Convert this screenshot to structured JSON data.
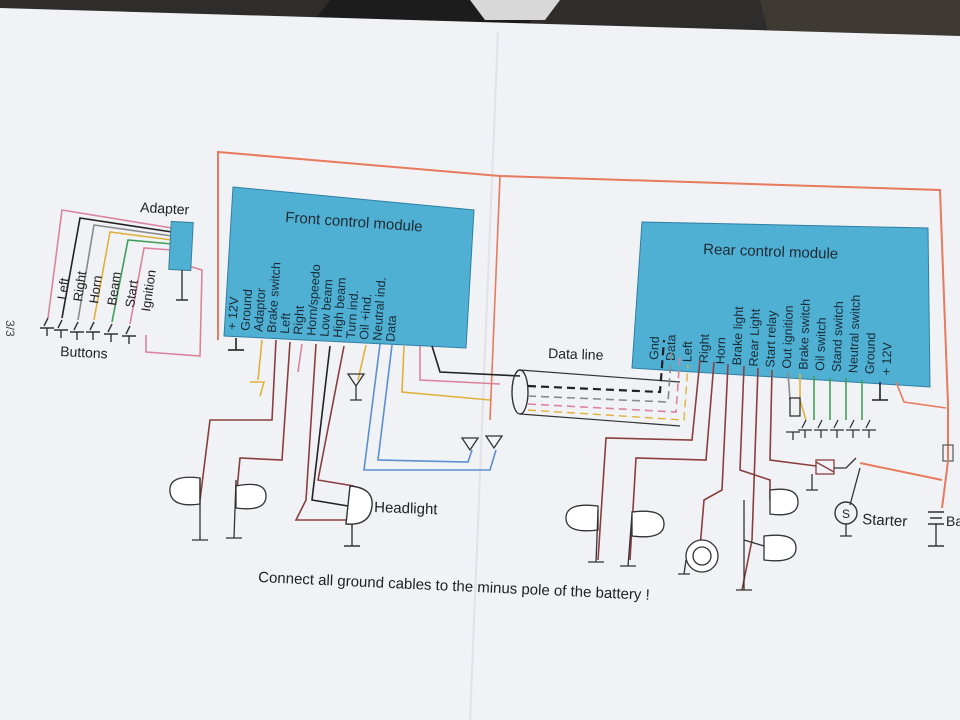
{
  "page_number": "3/3",
  "adapter": {
    "label": "Adapter"
  },
  "buttons": {
    "group_label": "Buttons",
    "items": [
      "Left",
      "Right",
      "Horn",
      "Beam",
      "Start",
      "Ignition"
    ]
  },
  "front_module": {
    "title": "Front control module",
    "color": "#4fb0d4",
    "pins": [
      "+ 12V",
      "Ground",
      "Adaptor",
      "Brake switch",
      "Left",
      "Right",
      "Horn/speedo",
      "Low beam",
      "High beam",
      "Turn ind.",
      "Oil +ind.",
      "Neutral ind.",
      "Data"
    ]
  },
  "rear_module": {
    "title": "Rear control module",
    "color": "#4fb0d4",
    "pins": [
      "Gnd",
      "Data",
      "Left",
      "Right",
      "Horn",
      "Brake light",
      "Rear Light",
      "Start relay",
      "Out ignition",
      "Brake switch",
      "Oil switch",
      "Stand switch",
      "Neutral switch",
      "Ground",
      "+ 12V"
    ]
  },
  "labels": {
    "data_line": "Data line",
    "headlight": "Headlight",
    "starter": "Starter",
    "battery_partial": "Ba",
    "footer_note": "Connect all ground cables to the minus pole of the battery !",
    "starter_symbol": "S"
  },
  "wire_colors": {
    "power": "#e87a5e",
    "brown": "#8a3f3f",
    "pink": "#d9849a",
    "blue": "#5b8fcf",
    "yellow": "#e0b13a",
    "black": "#222222",
    "green": "#3f9f55",
    "grey": "#8a8a8a"
  }
}
